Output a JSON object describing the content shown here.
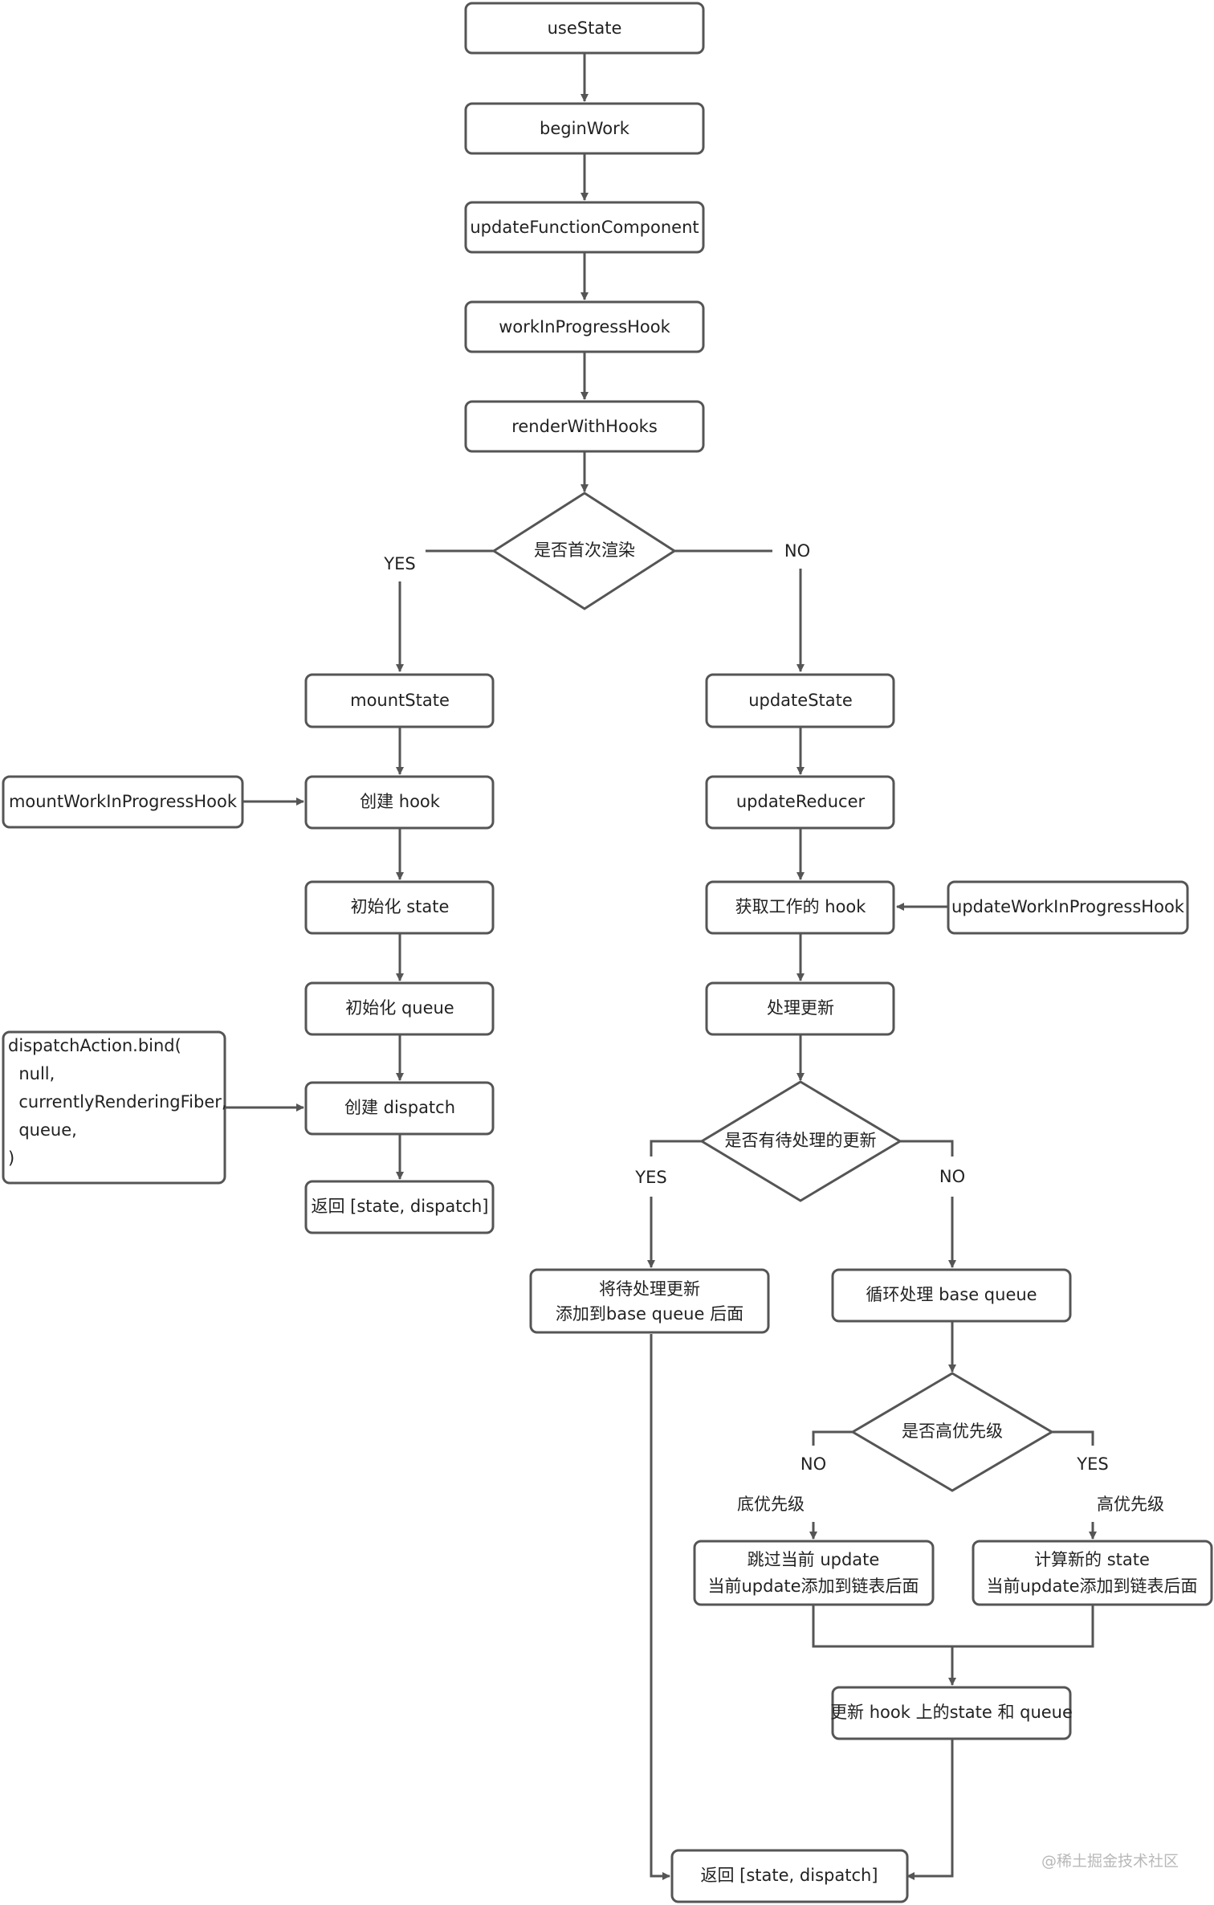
{
  "nodes": {
    "useState": "useState",
    "beginWork": "beginWork",
    "updateFunctionComponent": "updateFunctionComponent",
    "workInProgressHook": "workInProgressHook",
    "renderWithHooks": "renderWithHooks",
    "isFirstRender": "是否首次渲染",
    "mountState": "mountState",
    "updateState": "updateState",
    "mountWorkInProgressHook": "mountWorkInProgressHook",
    "createHook": "创建 hook",
    "initState": "初始化 state",
    "initQueue": "初始化 queue",
    "dispatchAction": [
      "dispatchAction.bind(",
      "  null,",
      "  currentlyRenderingFiber,",
      "  queue,",
      ")"
    ],
    "createDispatch": "创建 dispatch",
    "returnMount": "返回 [state, dispatch]",
    "updateReducer": "updateReducer",
    "getWorkHook": "获取工作的 hook",
    "updateWorkInProgressHook": "updateWorkInProgressHook",
    "processUpdate": "处理更新",
    "hasPending": "是否有待处理的更新",
    "appendPending": [
      "将待处理更新",
      "添加到base queue 后面"
    ],
    "loopBaseQueue": "循环处理 base queue",
    "isHighPriority": "是否高优先级",
    "skipUpdate": [
      "跳过当前 update",
      "当前update添加到链表后面"
    ],
    "computeState": [
      "计算新的 state",
      "当前update添加到链表后面"
    ],
    "updateHookState": "更新 hook 上的state 和 queue",
    "returnUpdate": "返回 [state, dispatch]"
  },
  "labels": {
    "yes1": "YES",
    "no1": "NO",
    "yes2": "YES",
    "no2": "NO",
    "no3": "NO",
    "yes3": "YES",
    "lowPriority": "底优先级",
    "highPriority": "高优先级"
  },
  "watermark": "@稀土掘金技术社区"
}
